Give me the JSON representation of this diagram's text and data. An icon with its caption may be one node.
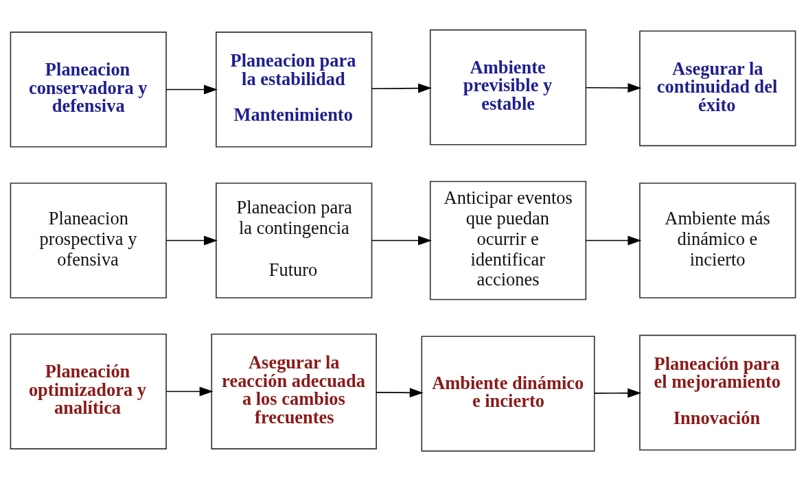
{
  "diagram": {
    "nodes": [
      {
        "text": [
          "Planeacion conservadora y defensiva"
        ]
      },
      {
        "text": [
          "Planeacion para la estabilidad",
          "Mantenimiento"
        ]
      },
      {
        "text": [
          "Ambiente previsible y estable"
        ]
      },
      {
        "text": [
          "Asegurar la continuidad del éxito"
        ]
      },
      {
        "text": [
          "Planeacion prospectiva y ofensiva"
        ]
      },
      {
        "text": [
          "Planeacion para la contingencia",
          "Futuro"
        ]
      },
      {
        "text": [
          "Anticipar eventos que puedan ocurrir e identificar acciones"
        ]
      },
      {
        "text": [
          "Ambiente más dinámico e incierto"
        ]
      },
      {
        "text": [
          "Planeación optimizadora y analítica"
        ]
      },
      {
        "text": [
          "Asegurar la reacción adecuada a los cambios frecuentes"
        ]
      },
      {
        "text": [
          "Ambiente dinámico e incierto"
        ]
      },
      {
        "text": [
          "Planeación para el mejoramiento",
          "Innovación"
        ]
      }
    ],
    "edges": [
      {
        "from": 0,
        "to": 1,
        "arrow": "to"
      },
      {
        "from": 1,
        "to": 2,
        "arrow": "to"
      },
      {
        "from": 2,
        "to": 3,
        "arrow": "to"
      },
      {
        "from": 4,
        "to": 5,
        "arrow": "to"
      },
      {
        "from": 5,
        "to": 6,
        "arrow": "to"
      },
      {
        "from": 6,
        "to": 7,
        "arrow": "to"
      },
      {
        "from": 8,
        "to": 9,
        "arrow": "to"
      },
      {
        "from": 9,
        "to": 10,
        "arrow": "to"
      },
      {
        "from": 10,
        "to": 11,
        "arrow": "to"
      }
    ]
  }
}
